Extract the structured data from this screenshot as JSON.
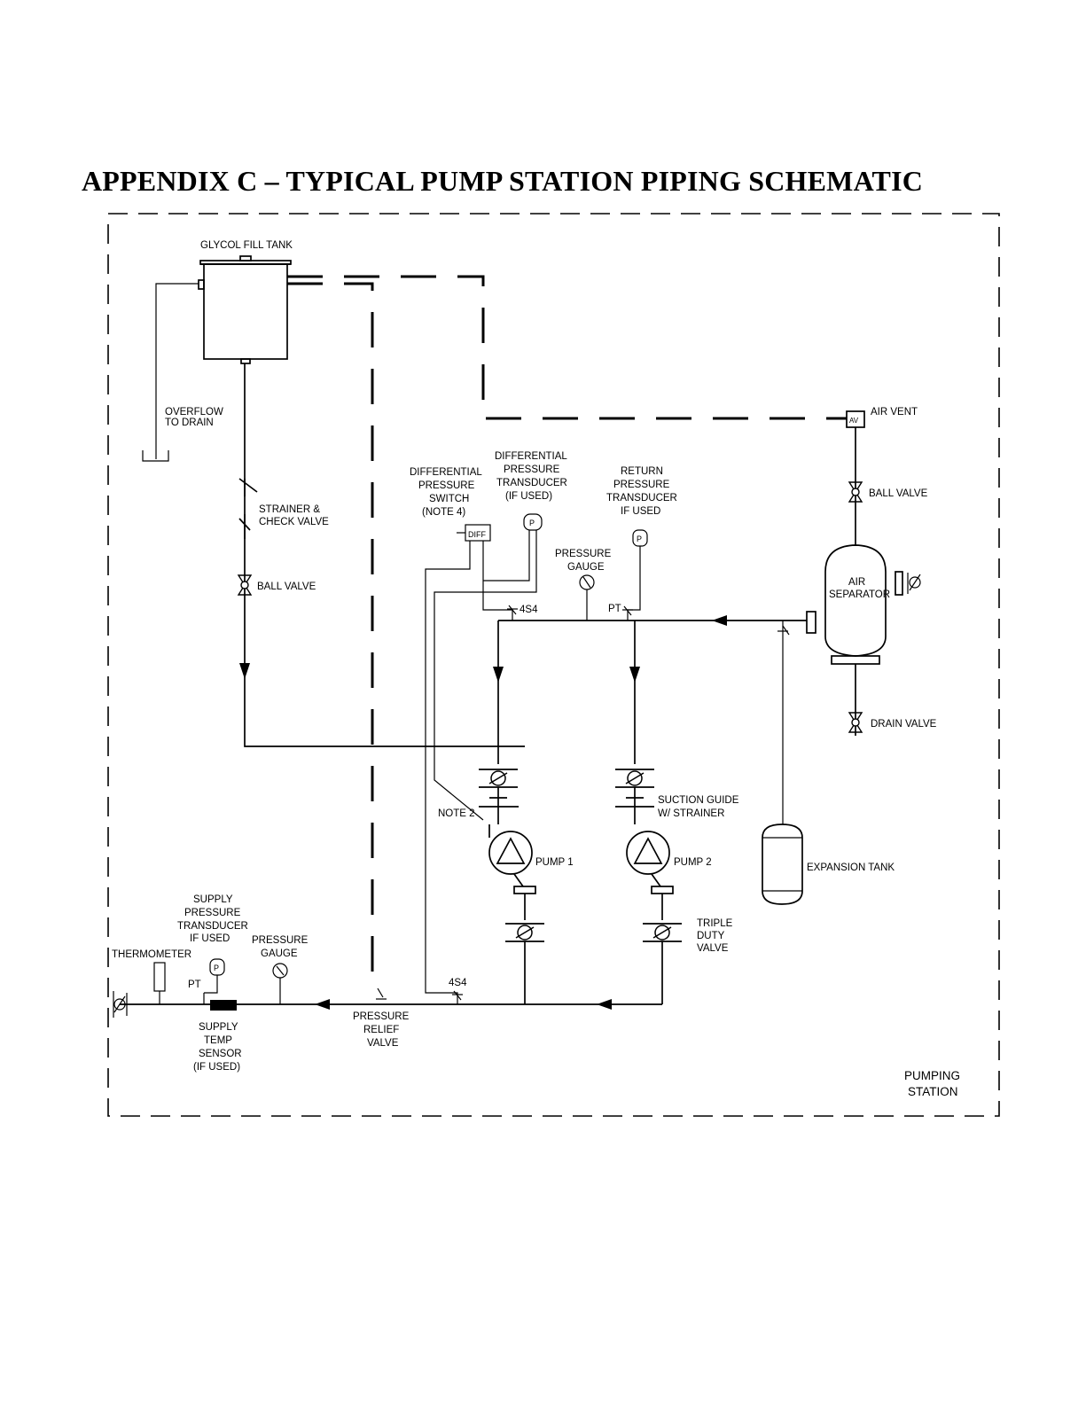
{
  "title": "APPENDIX C – TYPICAL PUMP STATION PIPING SCHEMATIC",
  "labels": {
    "glycol_fill_tank": "GLYCOL FILL TANK",
    "overflow": [
      "OVERFLOW",
      "TO DRAIN"
    ],
    "strainer_check": [
      "STRAINER &",
      "CHECK VALVE"
    ],
    "ball_valve_left": "BALL VALVE",
    "diff_pressure_switch": [
      "DIFFERENTIAL",
      "PRESSURE",
      "SWITCH",
      "(NOTE 4)"
    ],
    "diff_pressure_transducer": [
      "DIFFERENTIAL",
      "PRESSURE",
      "TRANSDUCER",
      "(IF USED)"
    ],
    "return_pressure_transducer": [
      "RETURN",
      "PRESSURE",
      "TRANSDUCER",
      "IF USED"
    ],
    "pressure_gauge_top": [
      "PRESSURE",
      "GAUGE"
    ],
    "diff_tag": "DIFF",
    "p_tag": "P",
    "pt_top": "PT",
    "valve_4s4_top": "4S4",
    "air_vent": "AIR VENT",
    "av_tag": "AV",
    "ball_valve_right": "BALL VALVE",
    "air_separator": [
      "AIR",
      "SEPARATOR"
    ],
    "drain_valve": "DRAIN VALVE",
    "suction_guide": [
      "SUCTION GUIDE",
      "W/ STRAINER"
    ],
    "note_2": "NOTE 2",
    "pump_1": "PUMP 1",
    "pump_2": "PUMP 2",
    "expansion_tank": "EXPANSION TANK",
    "triple_duty": [
      "TRIPLE",
      "DUTY",
      "VALVE"
    ],
    "supply_pressure_transducer": [
      "SUPPLY",
      "PRESSURE",
      "TRANSDUCER",
      "IF USED"
    ],
    "thermometer": "THERMOMETER",
    "pressure_gauge_bottom": [
      "PRESSURE",
      "GAUGE"
    ],
    "pt_bottom": "PT",
    "valve_4s4_bottom": "4S4",
    "supply_temp_sensor": [
      "SUPPLY",
      "TEMP",
      "SENSOR",
      "(IF USED)"
    ],
    "pressure_relief": [
      "PRESSURE",
      "RELIEF",
      "VALVE"
    ],
    "pumping_station": [
      "PUMPING",
      "STATION"
    ]
  }
}
